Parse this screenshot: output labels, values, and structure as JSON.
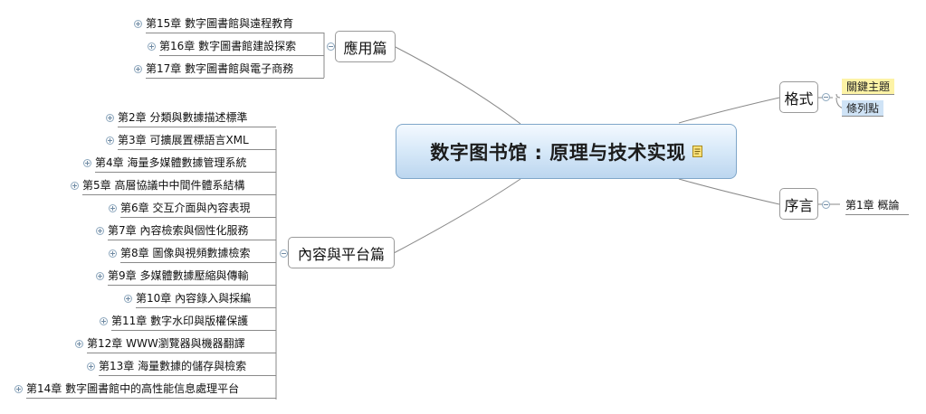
{
  "central": {
    "title": "数字图书馆 : 原理与技术实现",
    "icon": "note-icon"
  },
  "topics": {
    "application": {
      "label": "應用篇",
      "children": [
        "第15章 數字圖書館與遠程教育",
        "第16章 數字圖書館建設探索",
        "第17章 數字圖書館與電子商務"
      ]
    },
    "content": {
      "label": "內容與平台篇",
      "children": [
        "第2章 分類與數據描述標準",
        "第3章 可擴展置標語言XML",
        "第4章 海量多媒體數據管理系統",
        "第5章 高層協議中中間件體系結構",
        "第6章 交互介面與內容表現",
        "第7章 內容檢索與個性化服務",
        "第8章 圖像與視頻數據檢索",
        "第9章 多媒體數據壓縮與傳輸",
        "第10章 內容錄入與採編",
        "第11章 數字水印與版權保護",
        "第12章 WWW瀏覽器與機器翻譯",
        "第13章 海量數據的儲存與檢索",
        "第14章 數字圖書館中的高性能信息處理平台"
      ]
    },
    "format": {
      "label": "格式",
      "children": [
        "關鍵主題",
        "條列點"
      ],
      "colors": [
        "#fdf3a6",
        "#cfe3f6"
      ]
    },
    "preface": {
      "label": "序言",
      "children": [
        "第1章 概論"
      ]
    }
  },
  "colors": {
    "line": "#8a8a8a",
    "central_border": "#7fa6c9"
  }
}
